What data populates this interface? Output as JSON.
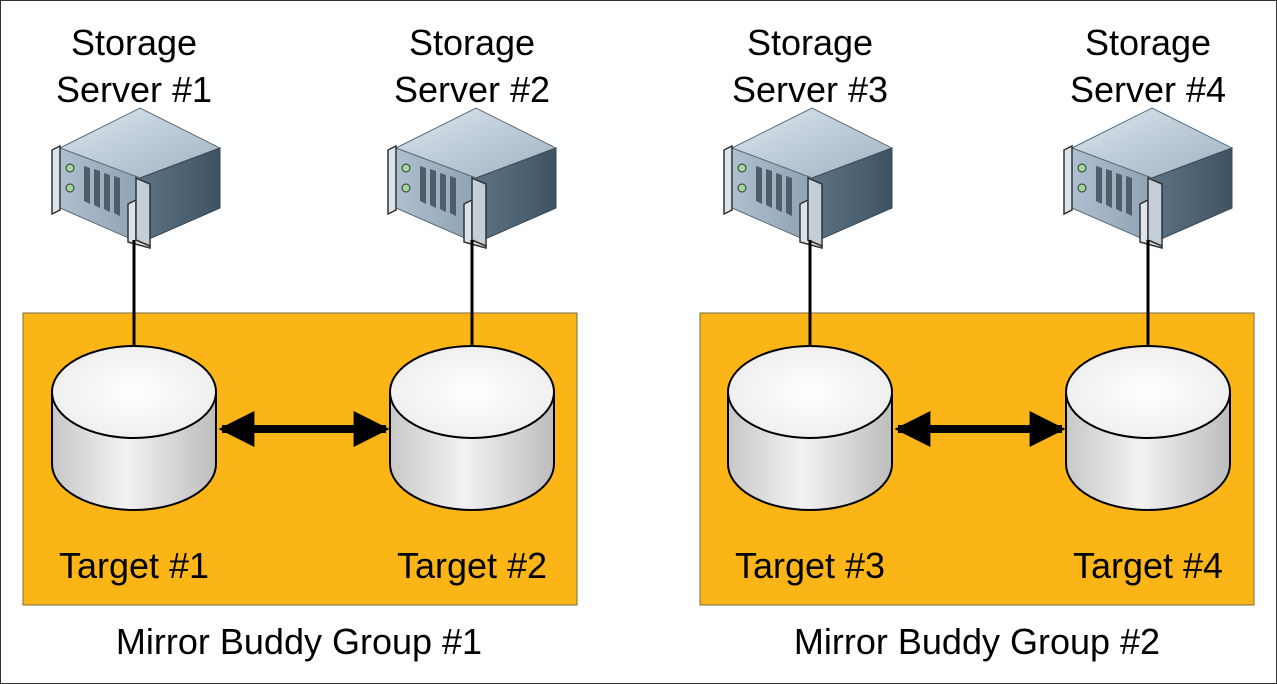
{
  "colors": {
    "group_fill": "#fbb516",
    "group_border": "#7a6a3a",
    "frame_border": "#333333",
    "server_light": "#c9d6e2",
    "server_dark": "#5d7384",
    "disk_top": "#ffffff",
    "disk_side": "#d4d4d4",
    "connector": "#000000"
  },
  "groups": [
    {
      "label": "Mirror Buddy Group #1",
      "servers": [
        {
          "title": "Storage",
          "subtitle": "Server #1",
          "icon": "server-icon"
        },
        {
          "title": "Storage",
          "subtitle": "Server #2",
          "icon": "server-icon"
        }
      ],
      "targets": [
        {
          "label": "Target #1",
          "icon": "disk-icon"
        },
        {
          "label": "Target #2",
          "icon": "disk-icon"
        }
      ],
      "mirror_link": "double-arrow"
    },
    {
      "label": "Mirror Buddy Group #2",
      "servers": [
        {
          "title": "Storage",
          "subtitle": "Server #3",
          "icon": "server-icon"
        },
        {
          "title": "Storage",
          "subtitle": "Server #4",
          "icon": "server-icon"
        }
      ],
      "targets": [
        {
          "label": "Target #3",
          "icon": "disk-icon"
        },
        {
          "label": "Target #4",
          "icon": "disk-icon"
        }
      ],
      "mirror_link": "double-arrow"
    }
  ]
}
